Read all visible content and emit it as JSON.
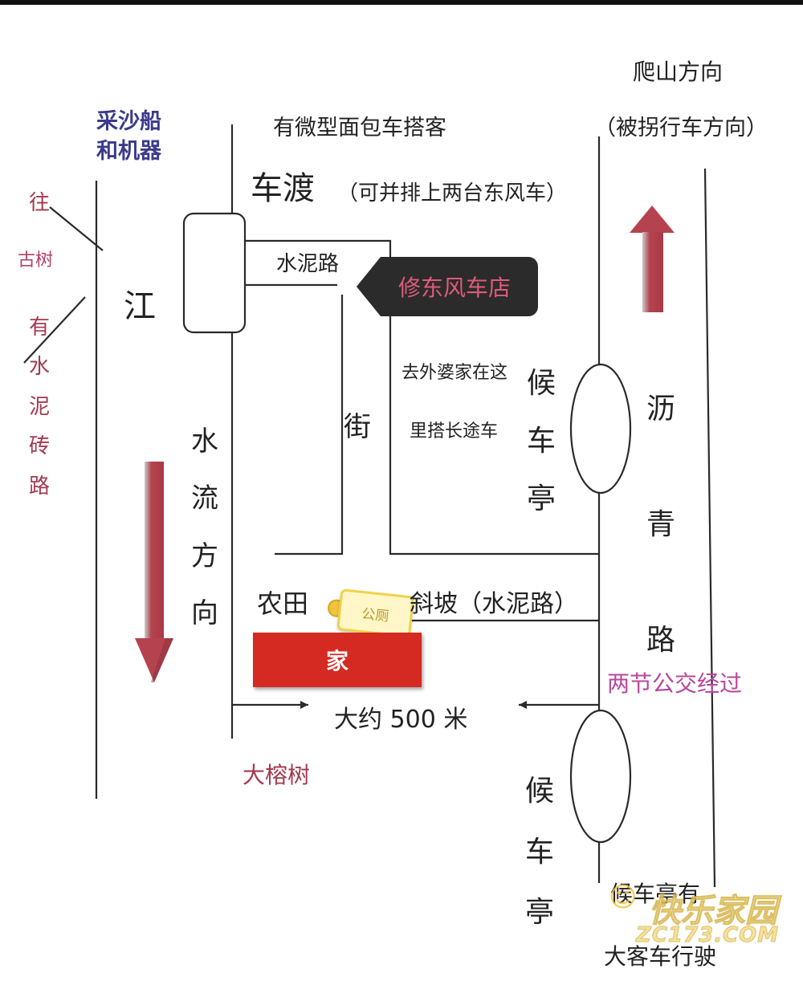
{
  "colors": {
    "line": "#2a2a2a",
    "arrow": "#b5434f",
    "purple_text": "#3b3a8c",
    "pink_text": "#b4406a",
    "magenta_text": "#b8479c",
    "maroon_text": "#a33a4f",
    "home_fill": "#d42a22",
    "tag_fill": "#2b2b2b"
  },
  "labels": {
    "mountain_direction": "爬山方向",
    "tow_direction": "（被拐行车方向）",
    "sand_boat": "采沙船",
    "and_machine": "和机器",
    "minibus": "有微型面包车搭客",
    "ferry": "车渡",
    "ferry_note": "（可并排上两台东风车）",
    "cement_road": "水泥路",
    "repair_shop": "修东风车店",
    "river": "江",
    "to": "往",
    "old_tree": "古树",
    "brick_road_chars": [
      "有",
      "水",
      "泥",
      "砖",
      "路"
    ],
    "water_flow_chars": [
      "水",
      "流",
      "方",
      "向"
    ],
    "street": "街",
    "grandma_line1": "去外婆家在这",
    "grandma_line2": "里搭长途车",
    "bus_stop_chars": [
      "候",
      "车",
      "亭"
    ],
    "asphalt_road_chars": [
      "沥",
      "青",
      "路"
    ],
    "farmland": "农田",
    "toilet": "公厕",
    "slope": "斜坡（水泥路）",
    "home": "家",
    "two_bus": "两节公交经过",
    "distance": "大约 500 米",
    "banyan": "大榕树",
    "bus_stop2_chars": [
      "候",
      "车",
      "亭"
    ],
    "bottom_partial": "候车亭有",
    "bottom_coach": "大客车行驶"
  },
  "watermark": {
    "name": "快乐家园",
    "site": "ZC173.COM"
  }
}
